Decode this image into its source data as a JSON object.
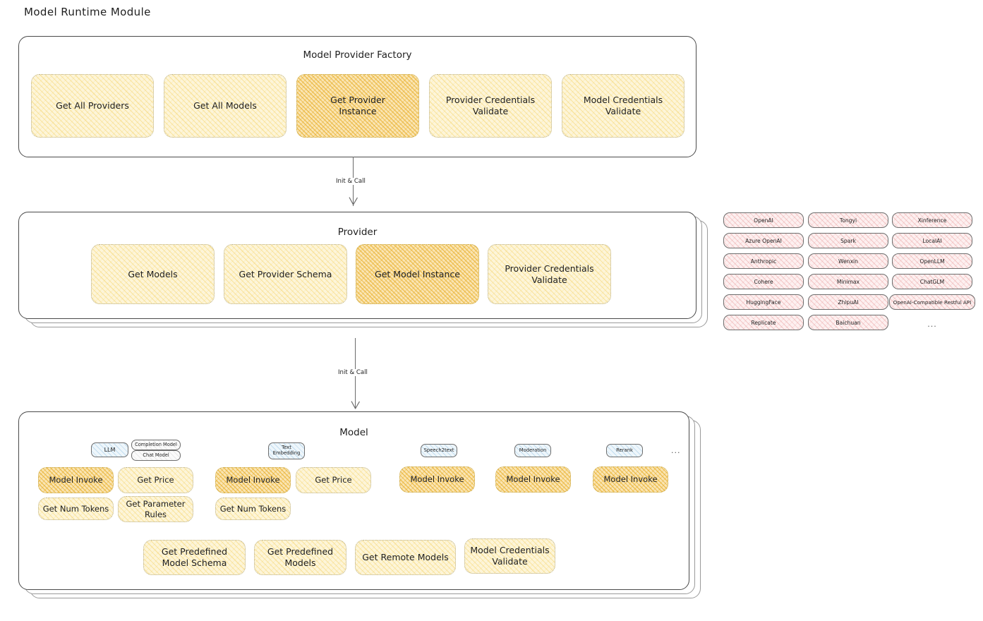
{
  "page": {
    "title": "Model Runtime Module"
  },
  "colors": {
    "highlight_fill": "#fae5b4",
    "light_fill": "#fdf5d9",
    "provider_chip_fill": "#fdf0f0",
    "badge_fill": "#eef6fb",
    "stroke": "#1e1e1e"
  },
  "factory": {
    "title": "Model Provider Factory",
    "methods": [
      {
        "label": "Get All Providers",
        "highlight": false
      },
      {
        "label": "Get All Models",
        "highlight": false
      },
      {
        "label": "Get Provider Instance",
        "highlight": true
      },
      {
        "label": "Provider Credentials Validate",
        "highlight": false
      },
      {
        "label": "Model Credentials Validate",
        "highlight": false
      }
    ]
  },
  "arrow_top": {
    "label": "Init & Call"
  },
  "provider": {
    "title": "Provider",
    "methods": [
      {
        "label": "Get Models",
        "highlight": false
      },
      {
        "label": "Get Provider Schema",
        "highlight": false
      },
      {
        "label": "Get Model Instance",
        "highlight": true
      },
      {
        "label": "Provider Credentials Validate",
        "highlight": false
      }
    ]
  },
  "provider_list": {
    "columns": [
      [
        "OpenAI",
        "Azure OpenAI",
        "Anthropic",
        "Cohere",
        "HuggingFace",
        "Replicate"
      ],
      [
        "Tongyi",
        "Spark",
        "Wenxin",
        "Minimax",
        "ZhipuAI",
        "Baichuan"
      ],
      [
        "Xinference",
        "LocalAI",
        "OpenLLM",
        "ChatGLM",
        "OpenAI-Compatible Restful API"
      ]
    ],
    "more": "..."
  },
  "arrow_bottom": {
    "label": "Init & Call"
  },
  "model": {
    "title": "Model",
    "more": "...",
    "types": [
      {
        "name": "LLM",
        "sub_badges": [
          "Completion Model",
          "Chat Model"
        ],
        "methods": [
          {
            "label": "Model Invoke",
            "highlight": true
          },
          {
            "label": "Get Price",
            "highlight": false
          },
          {
            "label": "Get Num Tokens",
            "highlight": false
          },
          {
            "label": "Get Parameter Rules",
            "highlight": false
          }
        ]
      },
      {
        "name": "Text Embedding",
        "sub_badges": [],
        "methods": [
          {
            "label": "Model Invoke",
            "highlight": true
          },
          {
            "label": "Get Price",
            "highlight": false
          },
          {
            "label": "Get Num Tokens",
            "highlight": false
          }
        ]
      },
      {
        "name": "Speech2text",
        "sub_badges": [],
        "methods": [
          {
            "label": "Model Invoke",
            "highlight": true
          }
        ]
      },
      {
        "name": "Moderation",
        "sub_badges": [],
        "methods": [
          {
            "label": "Model Invoke",
            "highlight": true
          }
        ]
      },
      {
        "name": "Rerank",
        "sub_badges": [],
        "methods": [
          {
            "label": "Model Invoke",
            "highlight": true
          }
        ]
      }
    ],
    "common_methods": [
      {
        "label": "Get Predefined Model Schema"
      },
      {
        "label": "Get Predefined Models"
      },
      {
        "label": "Get Remote Models"
      },
      {
        "label": "Model Credentials Validate"
      }
    ]
  }
}
